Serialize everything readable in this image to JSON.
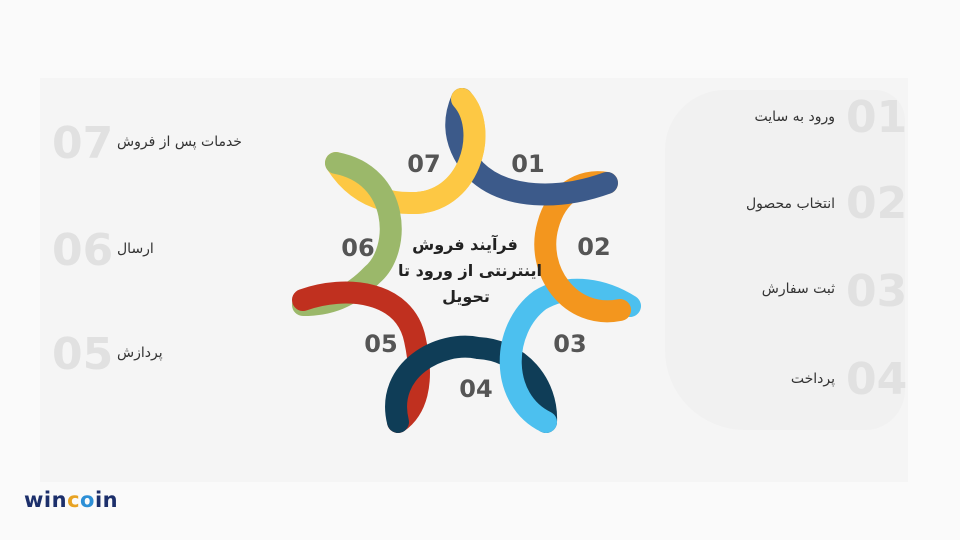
{
  "title_lines": [
    "فرآیند فروش",
    "اینترنتی از ورود تا",
    "تحویل"
  ],
  "steps": [
    {
      "num": "01",
      "label": "ورود به سایت",
      "color": "#3c5a8a"
    },
    {
      "num": "02",
      "label": "انتخاب محصول",
      "color": "#f3961e"
    },
    {
      "num": "03",
      "label": "ثبت سفارش",
      "color": "#4cc0ef"
    },
    {
      "num": "04",
      "label": "پرداخت",
      "color": "#0f3d57"
    },
    {
      "num": "05",
      "label": "پردازش",
      "color": "#c0301f"
    },
    {
      "num": "06",
      "label": "ارسال",
      "color": "#9bb86a"
    },
    {
      "num": "07",
      "label": "خدمات پس از فروش",
      "color": "#fdc844"
    }
  ],
  "logo": {
    "part1": "win",
    "o1": "c",
    "o2": "o",
    "part2": "in"
  }
}
